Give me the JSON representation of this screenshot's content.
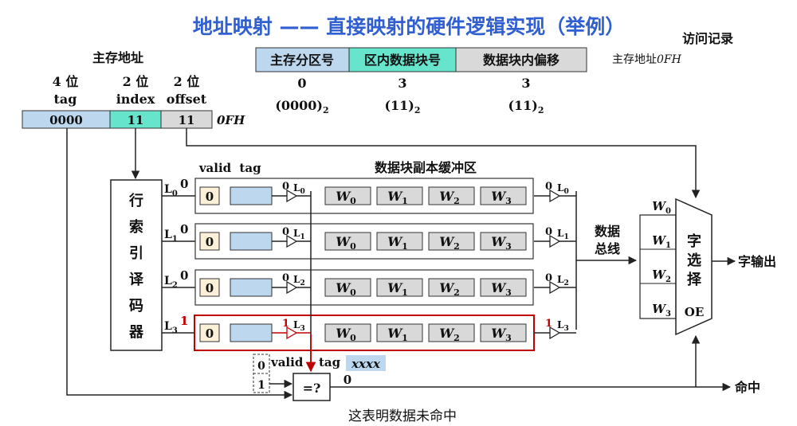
{
  "title": "地址映射 —— 直接映射的硬件逻辑实现（举例）",
  "access_record": {
    "label": "访问记录",
    "entry_prefix": "主存地址",
    "entry_value": "0FH"
  },
  "main_address": {
    "label": "主存地址",
    "fields": [
      {
        "bits": "4 位",
        "name": "tag",
        "value": "0000",
        "color": "#bdd7ee"
      },
      {
        "bits": "2 位",
        "name": "index",
        "value": "11",
        "color": "#66e5cc"
      },
      {
        "bits": "2 位",
        "name": "offset",
        "value": "11",
        "color": "#d9d9d9"
      }
    ],
    "hex": "0FH"
  },
  "format": {
    "fields": [
      {
        "label": "主存分区号",
        "value": "0",
        "binary": "(0000)",
        "sub": "2",
        "color": "#bdd7ee"
      },
      {
        "label": "区内数据块号",
        "value": "3",
        "binary": "(11)",
        "sub": "2",
        "color": "#66e5cc"
      },
      {
        "label": "数据块内偏移",
        "value": "3",
        "binary": "(11)",
        "sub": "2",
        "color": "#d9d9d9"
      }
    ]
  },
  "buffer": {
    "title": "数据块副本缓冲区",
    "valid_header": "valid",
    "tag_header": "tag",
    "lines": [
      {
        "label": "L",
        "sub": "0",
        "in_bit": "0",
        "valid": "0",
        "gate_bit": "0",
        "out_bit": "0",
        "active": false
      },
      {
        "label": "L",
        "sub": "1",
        "in_bit": "0",
        "valid": "0",
        "gate_bit": "0",
        "out_bit": "0",
        "active": false
      },
      {
        "label": "L",
        "sub": "2",
        "in_bit": "0",
        "valid": "0",
        "gate_bit": "0",
        "out_bit": "0",
        "active": false
      },
      {
        "label": "L",
        "sub": "3",
        "in_bit": "1",
        "valid": "0",
        "gate_bit": "1",
        "out_bit": "1",
        "active": true
      }
    ],
    "words": [
      {
        "label": "W",
        "sub": "0"
      },
      {
        "label": "W",
        "sub": "1"
      },
      {
        "label": "W",
        "sub": "2"
      },
      {
        "label": "W",
        "sub": "3"
      }
    ]
  },
  "decoder": {
    "chars": [
      "行",
      "索",
      "引",
      "译",
      "码",
      "器"
    ]
  },
  "data_bus": {
    "line1": "数据",
    "line2": "总线"
  },
  "word_selector": {
    "chars": [
      "字",
      "选",
      "择"
    ],
    "oe": "OE",
    "output": "字输出",
    "inputs": [
      {
        "label": "W",
        "sub": "0"
      },
      {
        "label": "W",
        "sub": "1"
      },
      {
        "label": "W",
        "sub": "2"
      },
      {
        "label": "W",
        "sub": "3"
      }
    ]
  },
  "comparator": {
    "symbol": "=?",
    "valid_label": "valid",
    "tag_label": "tag",
    "tag_value": "xxxx",
    "bit_top": "0",
    "bit_bottom": "1",
    "result_bit": "0",
    "hit_label": "命中"
  },
  "subtitle": "这表明数据未命中",
  "colors": {
    "title": "#2f5fd0",
    "accent_red": "#c00000",
    "tag_blue": "#bdd7ee",
    "index_green": "#66e5cc",
    "gray": "#d9d9d9",
    "valid_bg": "#fdf0d8"
  }
}
